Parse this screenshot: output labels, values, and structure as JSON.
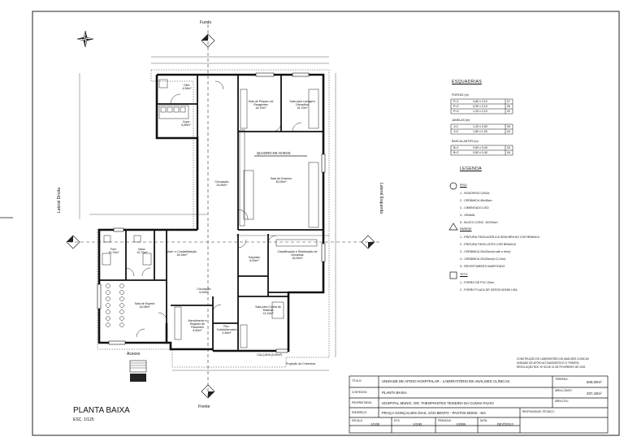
{
  "drawing": {
    "title": "PLANTA BAIXA",
    "scale": "ESC. 1/125",
    "labels": {
      "fundo": "Fundo",
      "frente": "Frente",
      "lateral_direita": "Lateral Direita",
      "lateral_esquerda": "Lateral Esquerda",
      "acesso": "Acesso",
      "calcada": "CALÇADA (0,60m²)",
      "projecao": "Projeção da Cobertura",
      "quadro": "QUADRO DE AVISOS"
    },
    "rooms": [
      {
        "name": "DML",
        "area": "4,59m²"
      },
      {
        "name": "Copa",
        "area": "6,80m²"
      },
      {
        "name": "Sala de Preparo de Reagentes",
        "area": "16,70m²"
      },
      {
        "name": "Sala para Lavagem Utensílios",
        "area": "16,70m²"
      },
      {
        "name": "Sala de Exames",
        "area": "30,00m²"
      },
      {
        "name": "Circulação",
        "area": "24,80m²"
      },
      {
        "name": "Adm. e Contabilização",
        "area": "15,25m²"
      },
      {
        "name": "Sala de Espera",
        "area": "16,08m²"
      },
      {
        "name": "Depósito",
        "area": "6,00m²"
      },
      {
        "name": "Classificação e Distribuição de Amostras",
        "area": "16,00m²"
      },
      {
        "name": "Circulação",
        "area": "6,00m²"
      },
      {
        "name": "Atendimento e Registro de Pacientes",
        "area": "8,50m²"
      },
      {
        "name": "Sala para Coleta de Material",
        "area": "14,10m²"
      },
      {
        "name": "Rec. Coleta/Amostra",
        "area": "3,46m²"
      },
      {
        "name": "Fem.",
        "area": "10,70m²"
      },
      {
        "name": "Masc.",
        "area": "10,70m²"
      }
    ]
  },
  "schedule": {
    "title": "ESQUADRIAS",
    "portas_title": "PORTAS (m)",
    "portas": [
      {
        "code": "P=1",
        "dims": "0,80 x 2,10",
        "qty": "07"
      },
      {
        "code": "P=2",
        "dims": "0,90 x 2,10",
        "qty": "05"
      },
      {
        "code": "P=3",
        "dims": "1,20 x 2,10",
        "qty": "02"
      }
    ],
    "janelas_title": "JANELAS (m)",
    "janelas": [
      {
        "code": "J=1",
        "dims": "1,20 x 0,90",
        "qty": "05"
      },
      {
        "code": "J=2",
        "dims": "1,80 x 1,00",
        "qty": "04"
      }
    ],
    "basculantes_title": "BASCULANTES (m)",
    "basculantes": [
      {
        "code": "B=1",
        "dims": "0,60 x 0,40",
        "qty": "03"
      },
      {
        "code": "B=2",
        "dims": "0,60 x 0,40",
        "qty": "04"
      }
    ]
  },
  "legend": {
    "title": "LEGENDA",
    "piso_title": "PISO",
    "piso": [
      "1 - RODOPISO CINZA",
      "2 - CERÂMICA 45x45cm",
      "3 - CIMENTADO LISO",
      "4 - GRAMA",
      "5 - BLOCO CONC. 30X30cm"
    ],
    "parede_title": "PAREDE",
    "parede": [
      "1 - PINTURA TINTA ACRÍLICA SEMI BRILHO COR BRANCA",
      "2 - PINTURA TINTA LÁTEX COR BRANCA",
      "3 - CERÂMICA 20x20cm(h=até o forro)",
      "4 - CERÂMICA 20x20cm(h=2,10m)",
      "5 - REVESTIMENTO MARFITADO"
    ],
    "teto_title": "TETO",
    "teto": [
      "1 - FORRO DE PVC 20cm",
      "2 - FORRO PLACA DE GESSO 60X60 LISA"
    ]
  },
  "note": [
    "CONSTRUÇÃO DE LABORATÓRIO DE ANÁLISES CLÍNICAS",
    "UNIDADE DE APOIO AO DIAGNÓSTICO E TERAPIA",
    "RESOLUÇÃO RDC Nº 50 DE 21 DE FEVEREIRO DE 2002"
  ],
  "title_block": {
    "titulo_label": "TÍTULO:",
    "titulo": "UNIDADE DE APOIO HOSPITALAR - LABORATÓRIO DE ANÁLISES CLÍNICAS",
    "terreno_label": "TERRENO:",
    "terreno": "600,00m²",
    "conteudo_label": "CONTEÚDO:",
    "conteudo": "PLANTA BAIXA",
    "area_const_label": "ÁREA CONST.:",
    "area_const": "207,43m²",
    "proprietario_label": "PROPRIETÁRIO:",
    "proprietario": "HOSPITAL MUNIC. DR. THEOPHISTES TEIXEIRA DA CUNHA FILHO",
    "area_util_label": "ÁREA ÚTIL:",
    "area_util": "",
    "endereco_label": "ENDEREÇO:",
    "endereco": "PRAÇA GONÇALVES DIAS, SÃO BENTO - PASTOS BONS - MA",
    "responsavel_label": "RESPONSÁVEL TÉCNICO:",
    "escala_label": "ESCALA:",
    "escala": "1/100",
    "ecs_label": "ECS:",
    "ecs": "1/100",
    "prancha_label": "PRANCHA:",
    "prancha": "02/05",
    "data_label": "DATA:",
    "data": "DEZ/2012"
  }
}
